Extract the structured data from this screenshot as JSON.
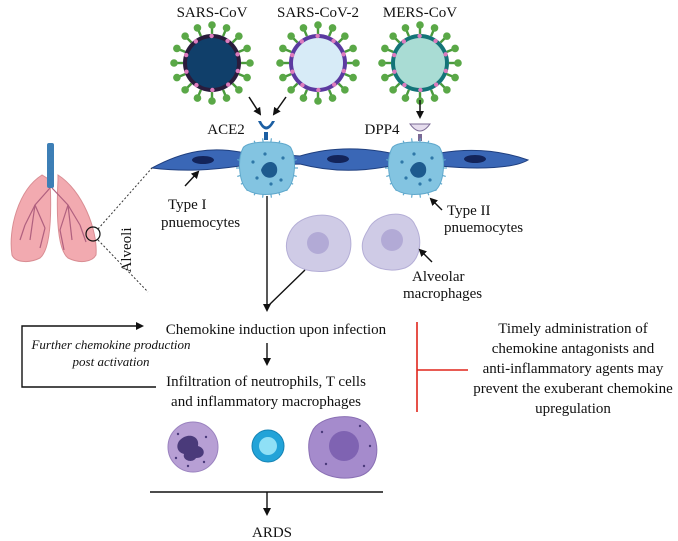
{
  "viruses": [
    {
      "name": "SARS-CoV",
      "color": "#103f6a"
    },
    {
      "name": "SARS-CoV-2",
      "color": "#d7ebf7"
    },
    {
      "name": "MERS-CoV",
      "color": "#a9dcd4"
    }
  ],
  "receptors": {
    "ace2": "ACE2",
    "dpp4": "DPP4"
  },
  "organ": {
    "label": "Alveoli"
  },
  "cells": {
    "type1_line1": "Type I",
    "type1_line2": "pnuemocytes",
    "type2_line1": "Type II",
    "type2_line2": "pnuemocytes",
    "macrophages_line1": "Alveolar",
    "macrophages_line2": "macrophages"
  },
  "flow": {
    "step1": "Chemokine induction upon infection",
    "step2_line1": "Infiltration of neutrophils, T cells",
    "step2_line2": "and inflammatory macrophages",
    "outcome": "ARDS",
    "feedback_line1": "Further chemokine production",
    "feedback_line2": "post activation"
  },
  "intervention": {
    "line1": "Timely administration of",
    "line2": "chemokine antagonists and",
    "line3": "anti-inflammatory agents may",
    "line4": "prevent the exuberant chemokine",
    "line5": "upregulation",
    "color": "#e0251b"
  },
  "colors": {
    "epithelium": "#3a67b6",
    "type2_cell": "#83c4e1",
    "lung": "#f2aab0",
    "trachea": "#3d7fb6",
    "spike_tip": "#dd7bbd",
    "macrophage": "#c9c6e3",
    "neutrophil": "#b79fd4",
    "t_cell": "#1fa0d6",
    "infl_macrophage": "#a58bcc"
  }
}
